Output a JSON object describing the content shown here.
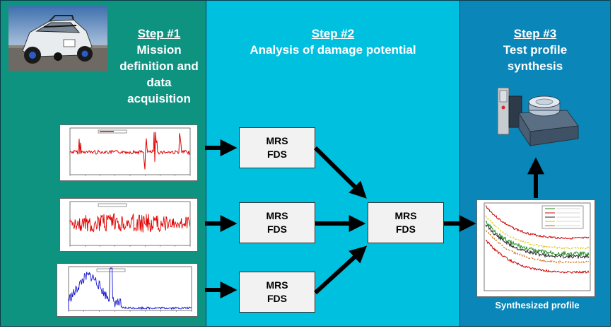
{
  "steps": [
    {
      "heading": "Step #1",
      "lines": [
        "Mission",
        "definition and",
        "data",
        "acquisition"
      ]
    },
    {
      "heading": "Step #2",
      "lines": [
        "Analysis of damage potential"
      ]
    },
    {
      "heading": "Step #3",
      "lines": [
        "Test profile",
        "synthesis"
      ]
    }
  ],
  "boxes": [
    {
      "line1": "MRS",
      "line2": "FDS"
    },
    {
      "line1": "MRS",
      "line2": "FDS"
    },
    {
      "line1": "MRS",
      "line2": "FDS"
    },
    {
      "line1": "MRS",
      "line2": "FDS"
    }
  ],
  "synthesized_label": "Synthesized profile",
  "icons": {
    "vehicle": "vehicle-photo-icon",
    "shaker": "vibration-shaker-icon"
  },
  "colors": {
    "panel1": "#0f9381",
    "panel2": "#00c0e0",
    "panel3": "#0a86b8",
    "signal": "#e00000",
    "spectrum": "#1010d0"
  }
}
